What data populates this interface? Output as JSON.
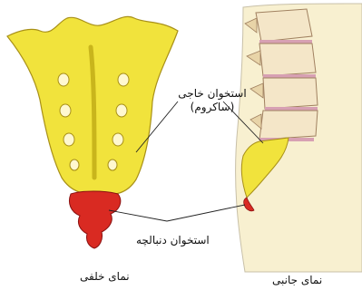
{
  "labels": {
    "sacrum_line1": "استخوان خاجی",
    "sacrum_line2": "(ساکروم)",
    "coccyx": "استخوان دنبالچه",
    "back_view": "نمای خلفی",
    "side_view": "نمای جانبی"
  },
  "colors": {
    "bone": "#f1e33c",
    "bone_shadow": "#c9b51c",
    "coccyx": "#d92a22",
    "vertebra": "#f4e6c8",
    "disc": "#d7a0b3",
    "body_tissue": "#f8f0d0",
    "leader_line": "#222222"
  }
}
